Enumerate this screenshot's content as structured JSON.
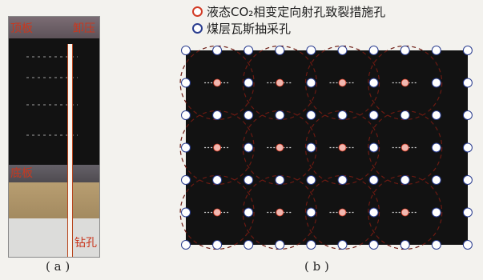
{
  "panel_a": {
    "label_roof": "顶板",
    "label_pressure": "卸压",
    "label_floor": "底板",
    "label_borehole": "钻孔",
    "caption": "( a )"
  },
  "panel_b": {
    "legend": [
      {
        "text": "液态CO₂相变定向射孔致裂措施孔",
        "color": "#d23a24"
      },
      {
        "text": "煤层瓦斯抽采孔",
        "color": "#2a3d8f"
      }
    ],
    "caption": "( b )",
    "grid": {
      "columns": 10,
      "rows": 7
    },
    "fracture_holes": {
      "columns": [
        1,
        3,
        5,
        7
      ],
      "rows": [
        1,
        3,
        5
      ]
    }
  },
  "colors": {
    "coal": "#121212",
    "fracture_hole": "#f1b8b0",
    "drainage_hole_stroke": "#2a3d8f",
    "label_red": "#c9371e"
  }
}
